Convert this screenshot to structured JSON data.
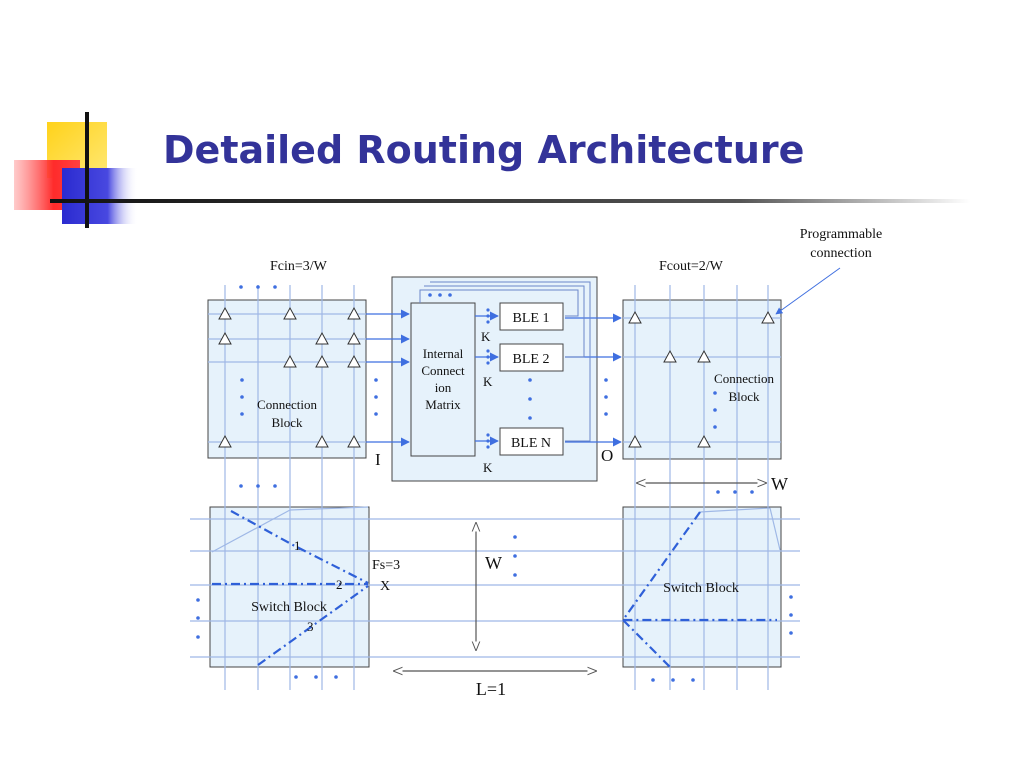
{
  "slide": {
    "title": "Detailed Routing Architecture"
  },
  "diagram": {
    "fcin_label": "Fcin=3/W",
    "fcout_label": "Fcout=2/W",
    "programmable_connection_line1": "Programmable",
    "programmable_connection_line2": "connection",
    "left_connection_block_line1": "Connection",
    "left_connection_block_line2": "Block",
    "right_connection_block_line1": "Connection",
    "right_connection_block_line2": "Block",
    "internal_matrix_lines": [
      "Internal",
      "Connect",
      "ion",
      "Matrix"
    ],
    "ble_labels": [
      "BLE 1",
      "BLE 2",
      "BLE N"
    ],
    "k_label": "K",
    "input_label": "I",
    "output_label": "O",
    "w_label": "W",
    "fs_label": "Fs=3",
    "x_label": "X",
    "switch_block_label": "Switch Block",
    "switch_paths": [
      "1",
      "2",
      "3"
    ],
    "l_label": "L=1",
    "colors": {
      "title": "#333399",
      "block_fill": "#e6f2fb",
      "wire": "#9fb8e6",
      "accent_blue": "#3f6fe0",
      "dash_blue": "#2f60d8"
    }
  }
}
